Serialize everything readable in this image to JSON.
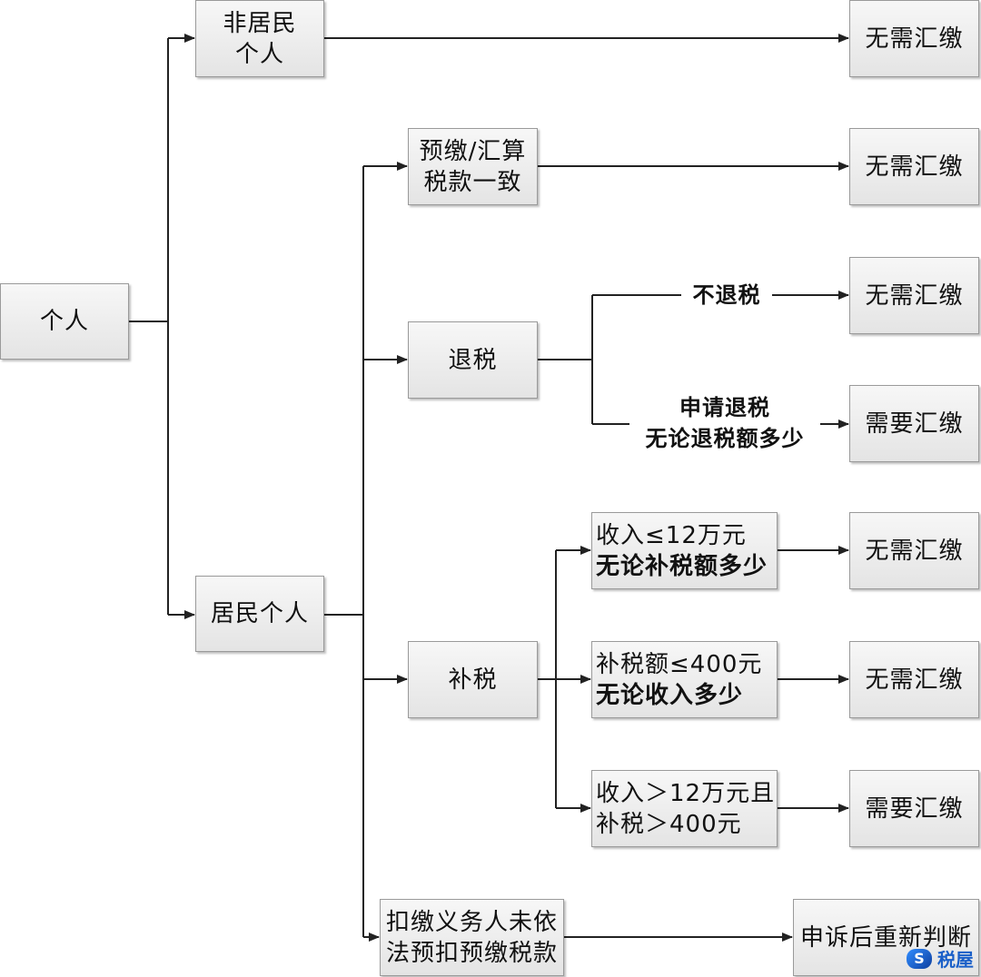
{
  "nodes": {
    "root": [
      "个人"
    ],
    "non_resident": [
      "非居民",
      "个人"
    ],
    "resident": [
      "居民个人"
    ],
    "consistent": [
      "预缴/汇算",
      "税款一致"
    ],
    "refund": [
      "退税"
    ],
    "pay_more": [
      "补税"
    ],
    "withholding": [
      "扣缴义务人未依",
      "法预扣预缴税款"
    ],
    "cond_income_low": [
      "收入≤12万元",
      "无论补税额多少"
    ],
    "cond_tax_low": [
      "补税额≤400元",
      "无论收入多少"
    ],
    "cond_both_high": [
      "收入＞12万元且",
      "补税＞400元"
    ],
    "out1": "无需汇缴",
    "out2": "无需汇缴",
    "out3": "无需汇缴",
    "out4": "需要汇缴",
    "out5": "无需汇缴",
    "out6": "无需汇缴",
    "out7": "需要汇缴",
    "out8": "申诉后重新判断"
  },
  "edge_labels": {
    "no_refund": "不退税",
    "apply_refund": [
      "申请退税",
      "无论退税额多少"
    ]
  },
  "logo": {
    "icon": "s-logo-icon",
    "text": "税屋"
  }
}
